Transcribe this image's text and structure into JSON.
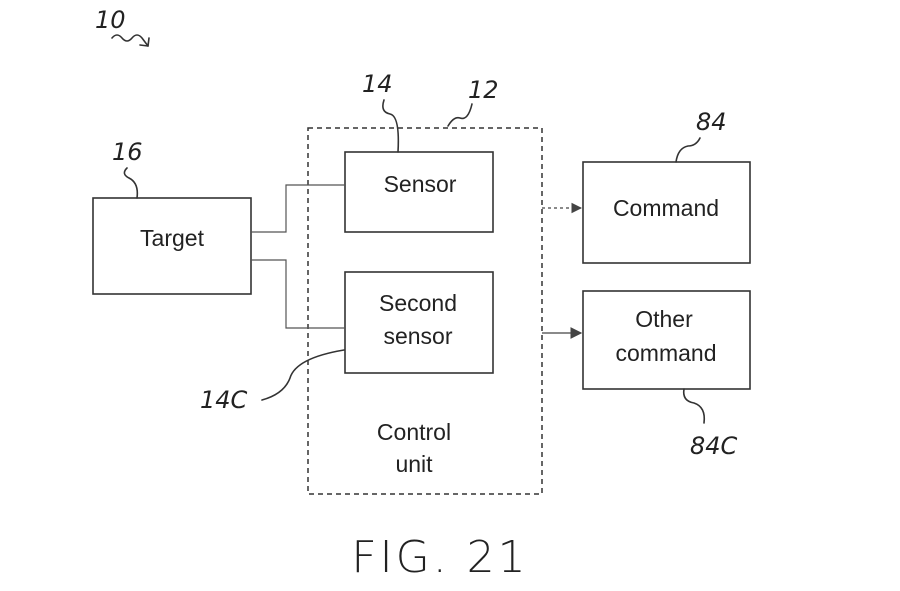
{
  "figure": {
    "caption": "FIG. 21"
  },
  "system": {
    "ref": "10"
  },
  "control_unit": {
    "ref": "12",
    "label_line1": "Control",
    "label_line2": "unit"
  },
  "target": {
    "ref": "16",
    "label": "Target"
  },
  "sensor": {
    "ref": "14",
    "label": "Sensor"
  },
  "second_sensor": {
    "ref": "14C",
    "label_line1": "Second",
    "label_line2": "sensor"
  },
  "command": {
    "ref": "84",
    "label": "Command"
  },
  "other_command": {
    "ref": "84C",
    "label_line1": "Other",
    "label_line2": "command"
  }
}
